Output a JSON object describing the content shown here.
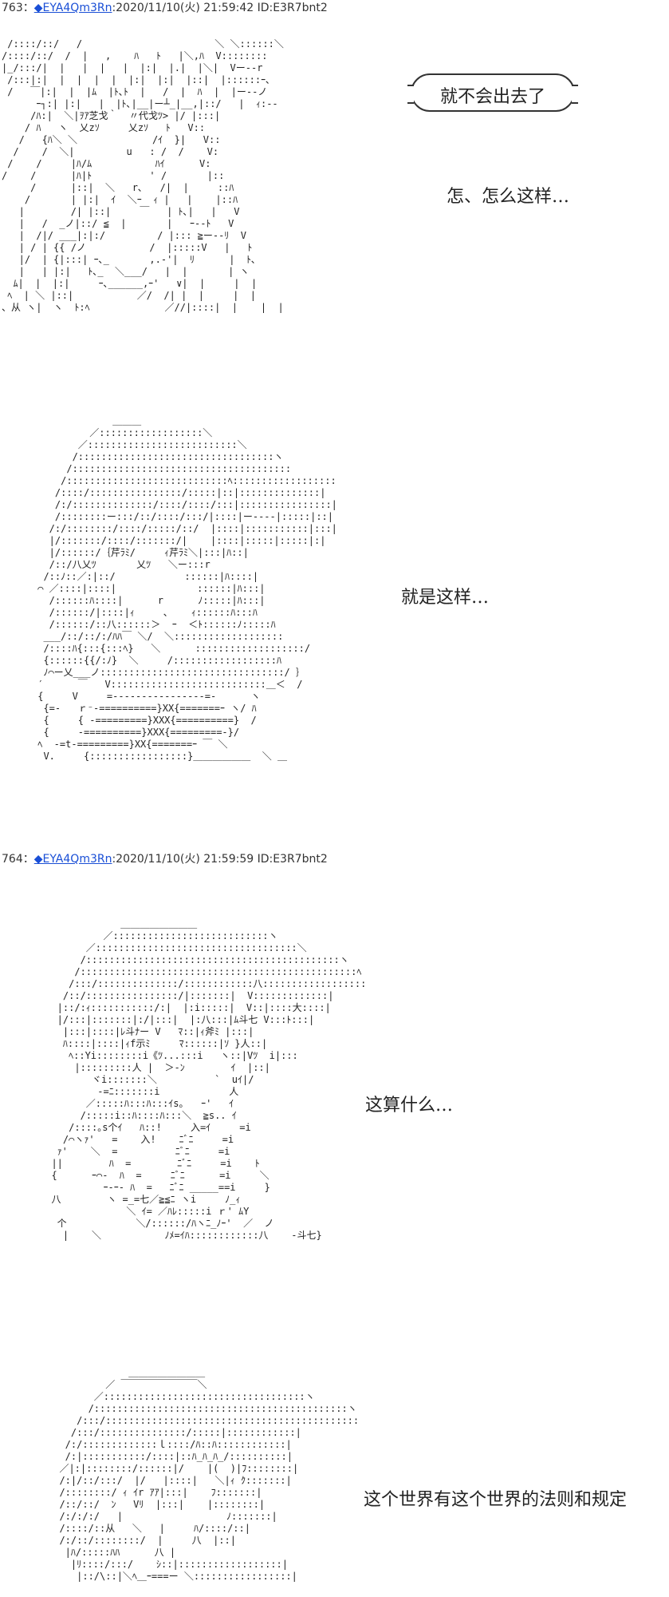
{
  "posts": [
    {
      "number": "763",
      "sep": "：",
      "trip": "◆EYA4Qm3Rn",
      "datetime": ":2020/11/10(火) 21:59:42 ID:E3R7bnt2",
      "panels": [
        {
          "bubble": "就不会出去了",
          "caption": "怎、怎么这样…"
        },
        {
          "caption": "就是这样…"
        }
      ]
    },
    {
      "number": "764",
      "sep": "：",
      "trip": "◆EYA4Qm3Rn",
      "datetime": ":2020/11/10(火) 21:59:59 ID:E3R7bnt2",
      "panels": [
        {
          "caption": "这算什么…"
        },
        {
          "caption": "这个世界有这个世界的法则和规定"
        }
      ]
    }
  ],
  "art": {
    "p1": " /::::/::/   /                       ＼ ＼::::::＼\n/::::/::/  /  |   ,    ﾊ   ﾄ   |＼,ﾊ  V::::::::\n|_/:::/|  |   |  |   |  |:|  |.|  |＼|  Vー--r\n /:::|:|  |  |  |  |  |:|  |:|  |::|  |::::::ｰ､\n /   ￣|:|  |  |ﾑ  |ﾄ､ﾄ  |   /  |  ﾊ  |  |ー--ノ\n      ｰ┐:| |:|   |  |ﾄ､|__|ー┴_|__,|::/   |  ｨ:--\n     /ﾊ:|  ＼|ｦｱ芝戈｀  〃代戈ﾂ> |/ |:::|\n    / ﾊ   ヽ  乂zｿ     乂zｿ   ﾄ   V::\n   /   {ﾊ＼ ＼             /ｲ  }|   V::\n  /    /  ＼|         u   : /  /    V:\n /    /     |ﾊ/ﾑ           ﾊｲ      V:\n/    /      |ﾊ|ﾄ          ' /       |::\n     /      |::|  ＼   r､   /|  |     ::ﾊ\n    /       | |:|  ｲ  ＼ｰ  ｨ |   |    |::ﾊ\n   |        /| |::|     ￣   | ﾄ､|   |   V\n   |   /  _ノ|::/ ≦  |       |   ｰ--ﾄ   V\n   |  /|/ ___|:|:/         / |::: ≧ー--ﾘ  V\n   | / | {{ /ノ           /  |:::::V   |   ﾄ\n   |/  | {|:::| ｰ､_       ,.-'|  ﾘ      |  ﾄ､\n   |   | |:|   ﾄ､_  ＼___/   |  |       | ヽ\n  ﾑ|  |  |:|     ｰ､______,ｰ'   ∨|  |     |  |\n ﾍ  | ＼ |::|           ／/  /| |  |     |  |\n、从 ヽ|  ヽ  ﾄ:ﾍ             ／//|::::|  |    |  |",
    "p2": "              ＿＿＿\n          ／::::::::::::::::::＼\n        ／::::::::::::::::::::::::::＼\n       /::::::::::::::::::::::::::::::::::ヽ\n      /::::::::::::::::::::::::::::::::::::::\n     /::::::::::::::::::::::::::::ﾍ::::::::::::::::::\n    /::::/::::::::::::::::/:::::|::|::::::::::::::|\n    /:/::::::::::::::/::::/::::/:::|::::::::::::::::|\n    /::::::::ー:::/::/::::/:::/|::::|ー----|:::::|::|\n   /:/::::::::/::::/:::::/::/  |::::|:::::::::::|:::|\n   |/:::::::/::::/:::::::/|    |::::|:::::|:::::|:|\n   |/::::::/｛芹ﾗﾐ/     ｨ芹ﾗﾐ＼|:::|ﾊ::|\n   /::/八乂ﾂ       乂ﾂ   ＼ー:::r\n  /::ﾉ::／:|::/            ::::::|ﾊ::::|\n ⌒ ／::::|::::|              ::::::|ﾊ:::|\n   /::::::ﾊ::::|      r      ﾉ:::::|ﾊ:::|\n   /::::::/|::::|ｨ     ､    ｨ::::::ﾊ:::ﾊ\n   /::::::/::八::::::＞  ｰ  ＜ﾄ::::::ﾉ:::::ﾊ\n  ___/::/::/:/ﾊﾊ￣ ＼/  ＼:::::::::::::::::::\n  /::::ﾊ{:::{:::ﾍ}   ＼      :::::::::::::::::::/\n  {::::::{{/:ﾉ}  ＼     /::::::::::::::::::ﾊ\n  ﾉ⌒ー乂___ノ::::::::::::::::::::::::::::::::/ ｝\n ′      ￣   V:::::::::::::::::::::::::::＿＜  /\n {     V     =----------------=-      ヽ\n  {=-   ｒ⁻-==========}XX{=======ｰ ヽ/ ﾊ\n  {     { -=========}XXX{==========}  /\n  {     -==========}XXX{=========-}/\n ﾍ  -=t-=========}XX{=======ｰ ￣ ＼\n  V.     {:::::::::::::::::}＿＿＿＿＿＿  ＼ ＿",
    "p3": "              ＿＿＿＿＿＿＿＿\n           ／:::::::::::::::::::::::::::ヽ\n        ／:::::::::::::::::::::::::::::::::::＼\n       /::::::::::::::::::::::::::::::::::::::::::::ヽ\n      /::::::::::::::::::::::::::::::::::::::::::::::::ﾍ\n     /:::/::::::::::::::/::::::::::::八::::::::::::::::::\n    /::/::::::::::::::::/|:::::::|  V:::::::::::::|\n   |::/:ｨ:::::::::::/:|  |:i:::::|  V::|::::大::::|\n   |/:::|:::::::|:/|:::|  |:八:::|ﾑ斗七 V:::ﾄ:::|\n    |:::|::::|ﾚ斗ﾅー V   ﾏ::|ｨ斧ﾐ |:::|\n    ﾊ::::|::::|ｨf示ﾐ     ﾏ::::::|ｿ }人::|\n     ﾍ::Yi::::::::i《ﾂ...:::i   ヽ::|Vﾂ  i|:::\n      |:::::::::人 |  ＞-ﾝ        ｲ  |::|\n         ヾi:::::::＼          `  uｲ|/\n          -=ﾆ:::::::i            人\n        ／:::::ﾊ:::ﾊ:::ｲs｡   ｰ'   ｲ\n       /:::::i::ﾊ::::ﾊ:::＼  ≧s.. ｲ\n     /::::｡s个ｲ   ﾊ::!     入=ｲ     =i\n    /⌒ヽｧ'   =    入!    ﾆﾞﾆ     =i\n   ｧ'    ＼  =          ﾆﾞﾆ     =i\n  ||        ﾊ  =        ﾆﾞﾆ     =i    ﾄ\n  {      ｰ⌒-  ﾊ  =     ﾆﾞﾆ      =i     ＼\n           ｰ-ｰ- ﾊ  =   ﾆﾞﾆ _____==i     }\n  八        ヽ =_=七／≧≦ﾆ ヽi     ﾉ_ｨ\n               ＼ ｲ= ／ﾊﾚ:::::i ｒ' ﾑY\n   个            ＼/::::::/ﾊヽﾆ_ﾉｰ'  ／  ノ\n    |    ＼           ﾉﾒ=ｲﾊ::::::::::::八    -斗七}",
    "p4": "              ＿＿＿＿＿＿＿＿\n          ／ ￣￣￣￣￣￣￣￣＼\n        ／:::::::::::::::::::::::::::::::::::ヽ\n       /::::::::::::::::::::::::::::::::::::::::::::ヽ\n     /:::/::::::::::::::::::::::::::::::::::::::::::::\n    /:::/:::::::::::::::/:::::|::::::::::::|\n   /:/:::::::::::::ｌ::::/ﾊ::ﾊ::::::::::::|\n   /:|:::::::::::/::::|::ﾊ_ﾊ_ﾊ_/::::::::::|\n  ／|:|::::::::/::::::|/    |(  )|ﾌ::::::::|\n  /:|/::/:::/  |/   |::::|   ＼|ｨ ｸ:::::::|\n  /::::::::/ ｨ ｲr ｱｱ|:::|    ﾌ:::::::|\n  /::/::/  ﾝ   Vﾘ  |:::|    |::::::::|\n  /:/:/:/   |                  ﾉ:::::::|\n  /::::/::从   ＼   |     ﾊ/::::/::|\n  /:/::/::::::::/  |     八  |::|\n   |ﾊ/:::::ﾊﾊ      八 |\n    |ﾘ::::/:::/    ｼ::|::::::::::::::::::|\n     |::/\\::|＼ﾍ＿ｰ===ー ＼:::::::::::::::::|"
  }
}
